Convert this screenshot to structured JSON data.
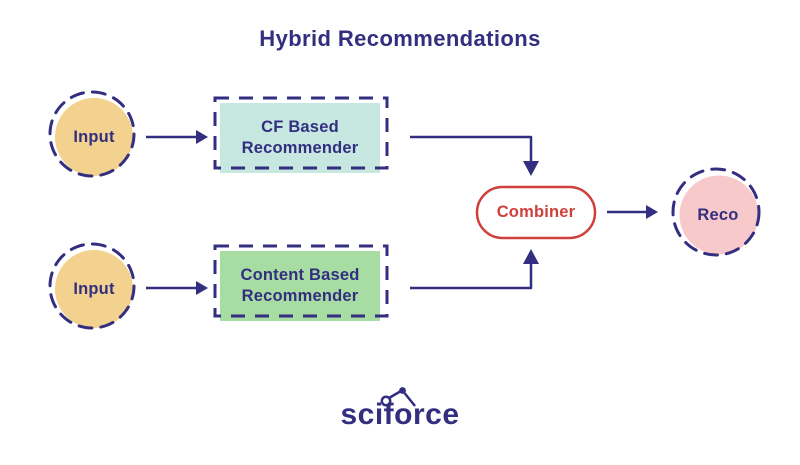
{
  "title": "Hybrid Recommendations",
  "nodes": {
    "input1": {
      "label": "Input"
    },
    "input2": {
      "label": "Input"
    },
    "cf_recommender": {
      "line1": "CF Based",
      "line2": "Recommender"
    },
    "content_recommender": {
      "line1": "Content Based",
      "line2": "Recommender"
    },
    "combiner": {
      "label": "Combiner"
    },
    "reco": {
      "label": "Reco"
    }
  },
  "logo": {
    "text": "sciforce"
  },
  "colors": {
    "navy": "#332e80",
    "yellow": "#f2d28e",
    "teal": "#c7e7e1",
    "green": "#a7dca2",
    "pink": "#f7c9ca",
    "red": "#cf403b",
    "background": "#ffffff"
  }
}
